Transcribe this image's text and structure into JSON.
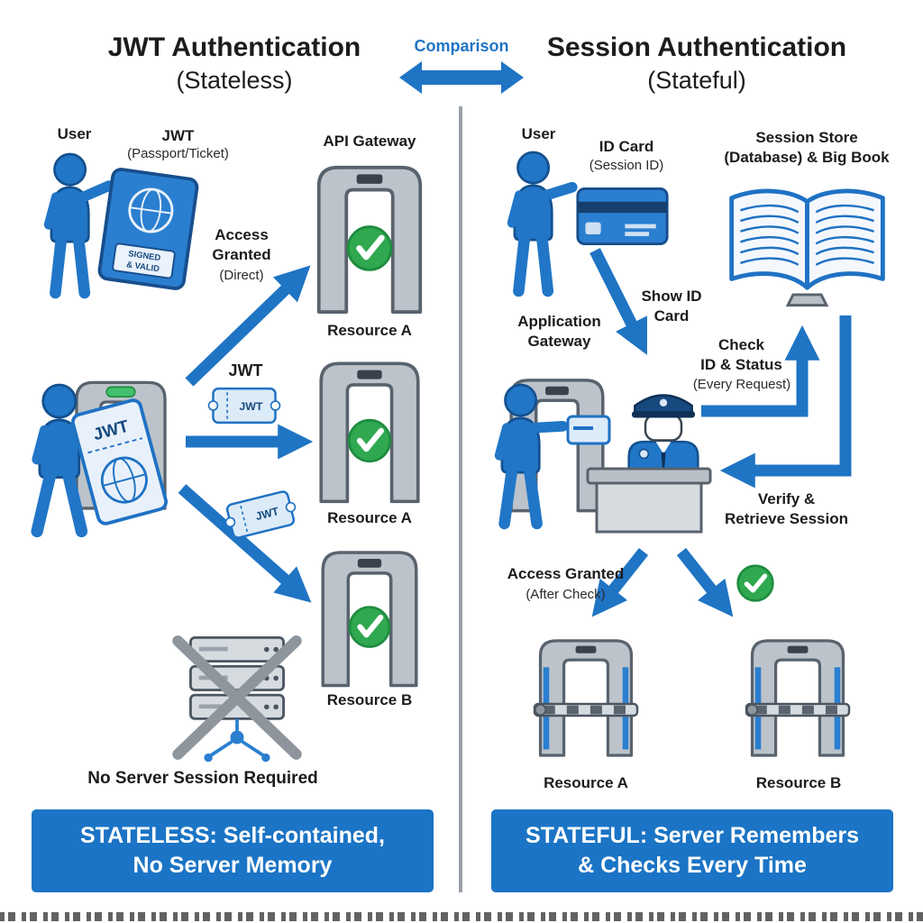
{
  "header": {
    "left_title": "JWT Authentication",
    "left_subtitle": "(Stateless)",
    "comparison_label": "Comparison",
    "right_title": "Session Authentication",
    "right_subtitle": "(Stateful)"
  },
  "left": {
    "user_label": "User",
    "credential_title": "JWT",
    "credential_subtitle": "(Passport/Ticket)",
    "passport_line1": "SIGNED",
    "passport_line2": "& VALID",
    "api_gateway_label": "API Gateway",
    "access_granted_title": "Access Granted",
    "access_granted_subtitle": "(Direct)",
    "resource_a_top": "Resource A",
    "jwt_arrow_label": "JWT",
    "ticket1_text": "JWT",
    "held_ticket_text": "JWT",
    "resource_a_mid": "Resource A",
    "ticket2_text": "JWT",
    "resource_b": "Resource B",
    "no_server_label": "No Server Session Required",
    "banner_line1": "STATELESS: Self-contained,",
    "banner_line2": "No Server Memory"
  },
  "right": {
    "user_label": "User",
    "credential_title": "ID Card",
    "credential_subtitle": "(Session ID)",
    "session_store_title": "Session Store",
    "session_store_subtitle": "(Database) & Big Book",
    "show_id_line1": "Show ID",
    "show_id_line2": "Card",
    "app_gateway_line1": "Application",
    "app_gateway_line2": "Gateway",
    "check_line1": "Check",
    "check_line2": "ID & Status",
    "check_line3": "(Every Request)",
    "verify_line1": "Verify &",
    "verify_line2": "Retrieve Session",
    "access_granted_title": "Access Granted",
    "access_granted_subtitle": "(After Check)",
    "resource_a": "Resource A",
    "resource_b": "Resource B",
    "banner_line1": "STATEFUL: Server Remembers",
    "banner_line2": "& Checks Every Time"
  },
  "colors": {
    "primary_blue": "#1f74c4",
    "dark_blue": "#14518f",
    "light_blue": "#dcebf8",
    "gate_gray": "#bcc3ca",
    "gate_outline": "#59636e",
    "check_green": "#2fa84f",
    "banner_blue": "#1b74c5",
    "divider_gray": "#9aa0a6"
  }
}
